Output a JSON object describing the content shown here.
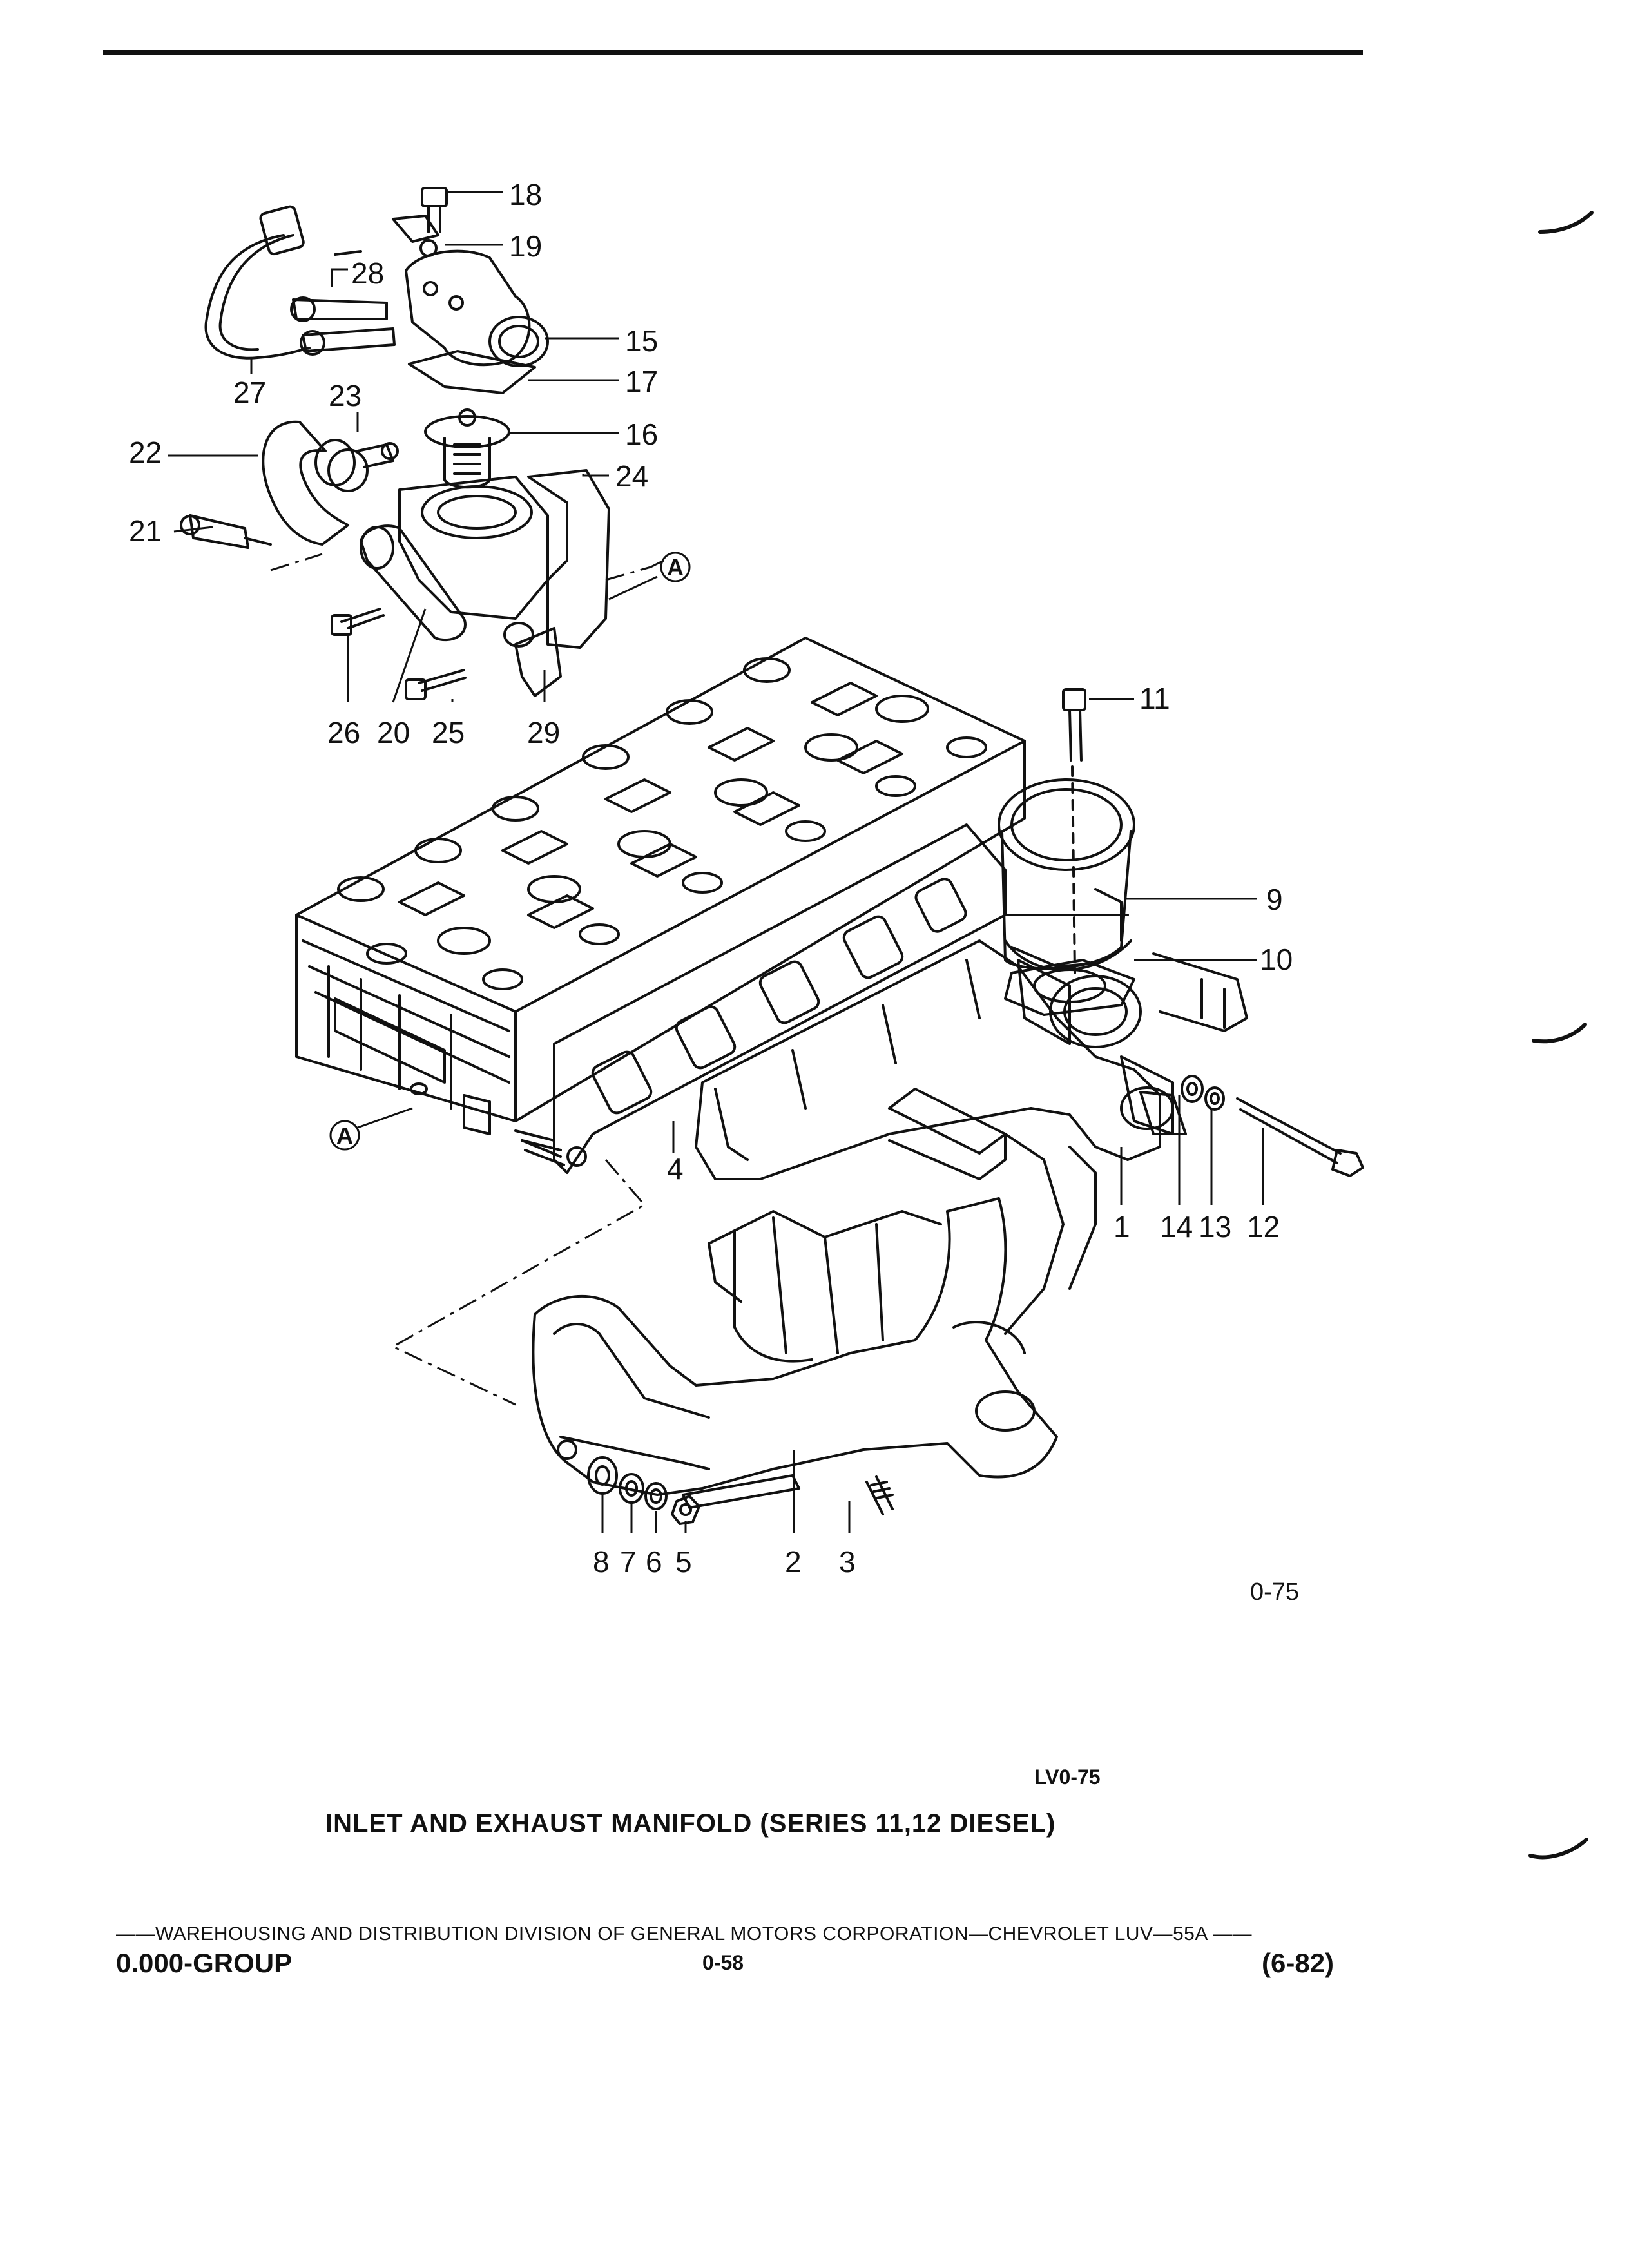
{
  "diagram": {
    "callouts": [
      "18",
      "19",
      "28",
      "15",
      "17",
      "27",
      "23",
      "16",
      "22",
      "24",
      "21",
      "26",
      "20",
      "25",
      "29",
      "11",
      "9",
      "10",
      "4",
      "1",
      "14",
      "13",
      "12",
      "8",
      "7",
      "6",
      "5",
      "2",
      "3"
    ],
    "reference_letter": "A"
  },
  "figure_code": "0-75",
  "figure_code_2": "LV0-75",
  "caption": "INLET AND EXHAUST MANIFOLD (SERIES 11,12 DIESEL)",
  "footer": {
    "line": "——WAREHOUSING AND DISTRIBUTION  DIVISION OF GENERAL MOTORS CORPORATION—CHEVROLET LUV—55A  ——",
    "group": "0.000-GROUP",
    "page": "0-58",
    "date": "(6-82)"
  }
}
